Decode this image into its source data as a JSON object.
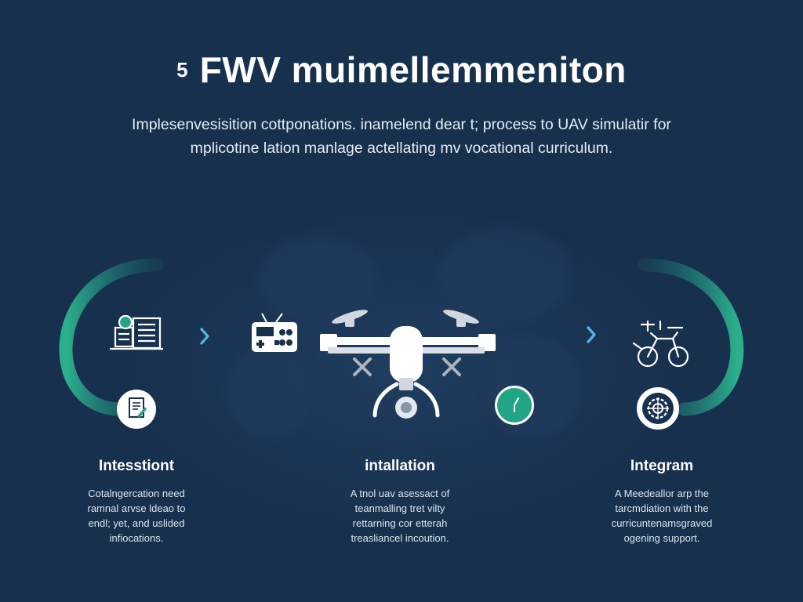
{
  "header": {
    "number": "5",
    "title": "FWV muimellemmeniton",
    "subtitle_lines": [
      "Implesenvesisition cottponations. inamelend dear t; process to UAV simulatir for",
      "mplicotine lation manlage actellating mv vocational curriculum."
    ]
  },
  "steps": [
    {
      "title": "Intesstiont",
      "desc_lines": [
        "Cotalngercation need",
        "ramnal arvse ldeao to",
        "endl; yet, and uslided",
        "infiocations."
      ]
    },
    {
      "title": "intallation",
      "desc_lines": [
        "A tnol uav asessact of",
        "teanmalling tret vilty",
        "rettarning cor etterah",
        "treasliancel incoution."
      ]
    },
    {
      "title": "Integram",
      "desc_lines": [
        "A Meedeallor arp the",
        "tarcmdiation with the",
        "curricuntenamsgraved",
        "ogening support."
      ]
    }
  ],
  "icons": {
    "document": "document-icon",
    "controller": "controller-icon",
    "drone": "drone-icon",
    "clock": "clock-icon",
    "aerial-vehicle": "aerial-vehicle-icon",
    "gear": "gear-icon"
  },
  "colors": {
    "background": "#17304d",
    "accent_teal": "#22a587",
    "arrow_blue": "#4fb7e6",
    "text": "#ffffff"
  }
}
